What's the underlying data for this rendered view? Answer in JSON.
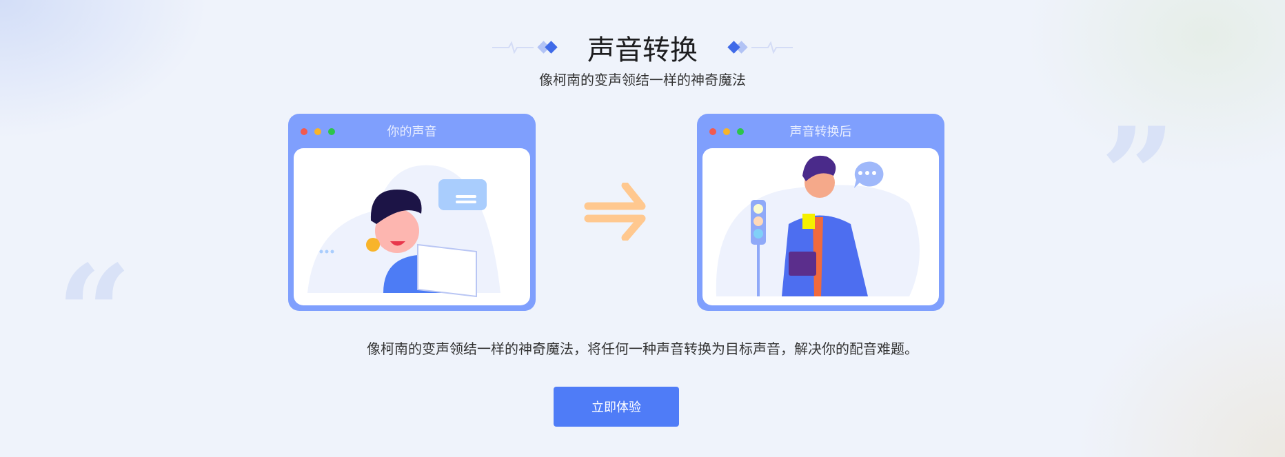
{
  "header": {
    "title": "声音转换",
    "subtitle": "像柯南的变声领结一样的神奇魔法"
  },
  "cards": [
    {
      "title": "你的声音",
      "illustration": "boy-with-headphones"
    },
    {
      "title": "声音转换后",
      "illustration": "man-in-suit"
    }
  ],
  "description": "像柯南的变声领结一样的神奇魔法，将任何一种声音转换为目标声音，解决你的配音难题。",
  "cta_label": "立即体验",
  "colors": {
    "accent": "#4f7cf7",
    "card": "#7f9ffd",
    "arrow": "#ffc88f",
    "dot_red": "#f25a4f",
    "dot_yellow": "#f8b42a",
    "dot_green": "#2cc54a"
  }
}
